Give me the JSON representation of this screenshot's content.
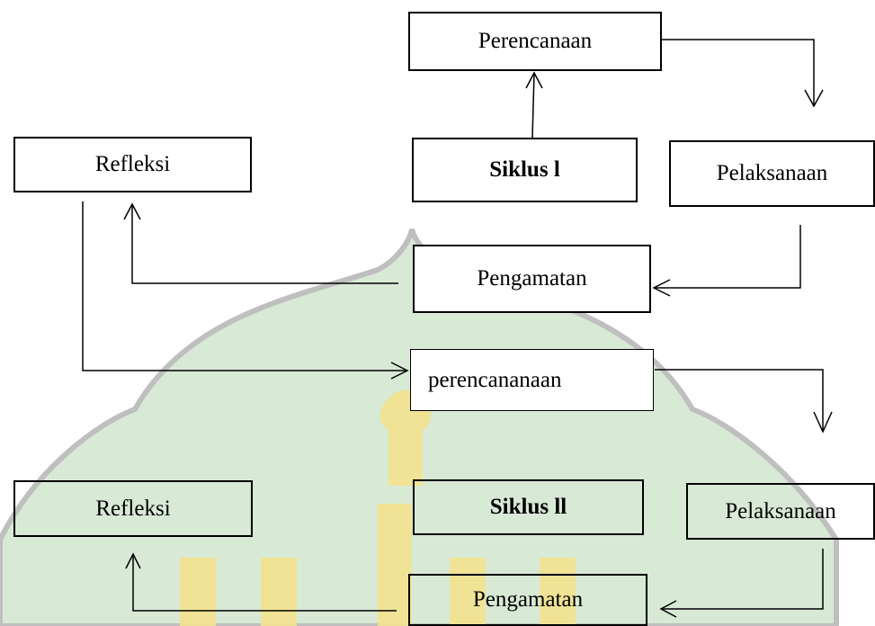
{
  "cycle1": {
    "perencanaan": "Perencanaan",
    "siklus": "Siklus l",
    "pelaksanaan": "Pelaksanaan",
    "pengamatan": "Pengamatan",
    "refleksi": "Refleksi"
  },
  "cycle2": {
    "perencanaan": "perencananaan",
    "siklus": "Siklus ll",
    "pelaksanaan": "Pelaksanaan",
    "pengamatan": "Pengamatan",
    "refleksi": "Refleksi"
  },
  "colors": {
    "watermark_green": "#d2e6cf",
    "watermark_outline": "#b5b5b5",
    "watermark_yellow": "#f3e28e"
  }
}
